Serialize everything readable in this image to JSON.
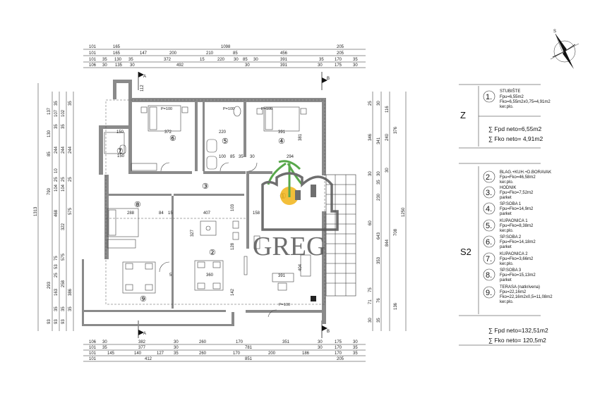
{
  "compass": {
    "label": "S"
  },
  "section_marks": {
    "a": "A",
    "b": "B"
  },
  "top_dims": {
    "row1": [
      "101",
      "165",
      "1098",
      "205"
    ],
    "row2": [
      "101",
      "165",
      "147",
      "200",
      "210",
      "85",
      "456",
      "205"
    ],
    "row3": [
      "101",
      "35",
      "130",
      "35",
      "372",
      "15",
      "220",
      "30",
      "85",
      "30",
      "391",
      "35",
      "170",
      "35"
    ],
    "row4": [
      "106",
      "30",
      "135",
      "30",
      "492",
      "30",
      "391",
      "30",
      "175",
      "30"
    ]
  },
  "bottom_dims": {
    "row1": [
      "106",
      "30",
      "382",
      "30",
      "260",
      "170",
      "351",
      "30",
      "175",
      "30"
    ],
    "row2": [
      "101",
      "35",
      "377",
      "30",
      "781",
      "30",
      "170",
      "35"
    ],
    "row3": [
      "101",
      "145",
      "140",
      "127",
      "35",
      "260",
      "170",
      "200",
      "186",
      "170",
      "35"
    ],
    "row4": [
      "101",
      "412",
      "851",
      "205"
    ]
  },
  "left_dims": {
    "outer": "1313",
    "col_a": [
      "137",
      "130",
      "85",
      "790",
      "293",
      "93"
    ],
    "col_b": [
      "35",
      "107",
      "35",
      "244",
      "10",
      "25",
      "104",
      "468",
      "53",
      "25",
      "75",
      "163",
      "35",
      "93"
    ],
    "col_c": [
      "102",
      "35",
      "244",
      "25",
      "104",
      "322",
      "575",
      "258",
      "35",
      "93"
    ],
    "col_d": [
      "35",
      "244",
      "25",
      "575",
      "386",
      "35"
    ]
  },
  "right_dims": {
    "outer": "1250",
    "col_a": [
      "116",
      "240",
      "376",
      "30",
      "230",
      "708",
      "844",
      "136"
    ],
    "col_b": [
      "30",
      "341",
      "30",
      "35",
      "643",
      "353",
      "76",
      "35"
    ],
    "col_c": [
      "25",
      "346",
      "30",
      "60",
      "75",
      "71",
      "30"
    ]
  },
  "rooms": [
    {
      "label": "①",
      "name": "stubiste"
    },
    {
      "label": "②",
      "name": "blag"
    },
    {
      "label": "③",
      "name": "hodnik"
    },
    {
      "label": "④",
      "name": "sp-soba-1"
    },
    {
      "label": "⑤",
      "name": "kupaonica-1"
    },
    {
      "label": "⑥",
      "name": "sp-soba-2"
    },
    {
      "label": "⑦",
      "name": "kupaonica-2"
    },
    {
      "label": "⑧",
      "name": "sp-soba-3"
    },
    {
      "label": "⑨",
      "name": "terasa"
    }
  ],
  "plan_dims": {
    "p100_a": "P=100",
    "p100_b": "P=100",
    "p100_c": "P=100",
    "p100_d": "P=100",
    "d372": "372",
    "d220": "220",
    "d391": "391",
    "d150": "150",
    "d288": "288",
    "d407": "407",
    "d327": "327",
    "d360": "360",
    "d294": "294",
    "d158": "158",
    "d84": "84",
    "d103": "103",
    "d128": "128",
    "d142": "142",
    "d404": "404",
    "d112": "112",
    "d381": "381",
    "d100": "100",
    "d85": "85",
    "d35": "35",
    "d30": "30",
    "d15": "15",
    "d5": "5"
  },
  "legend": {
    "zone_z": "Z",
    "zone_s2": "S2",
    "items": [
      {
        "num": "1.",
        "title": "STUBIŠTE",
        "lines": [
          "Fpu=6,55m2",
          "Fko=6,55m2x0,75=4,91m2",
          "ker.plo."
        ]
      },
      {
        "num": "2.",
        "title": "BLAG.+KUH.+D.BORAVAK",
        "lines": [
          "Fpu=Fko=46,58m2",
          "ker.plo."
        ]
      },
      {
        "num": "3.",
        "title": "HODNIK",
        "lines": [
          "Fpu=Fko=7,52m2",
          "parket"
        ]
      },
      {
        "num": "4.",
        "title": "SP.SOBA 1",
        "lines": [
          "Fpu=Fko=14,9m2",
          "parket"
        ]
      },
      {
        "num": "5.",
        "title": "KUPAONICA 1",
        "lines": [
          "Fpu=Fko=8,38m2",
          "ker.plo."
        ]
      },
      {
        "num": "6.",
        "title": "SP.SOBA 2",
        "lines": [
          "Fpu=Fko=14,18m2",
          "parket"
        ]
      },
      {
        "num": "7.",
        "title": "KUPAONICA 2",
        "lines": [
          "Fpu=Fko=3,66m2",
          "ker.plo."
        ]
      },
      {
        "num": "8.",
        "title": "SP.SOBA 3",
        "lines": [
          "Fpu=Fko=15,13m2",
          "parket"
        ]
      },
      {
        "num": "9.",
        "title": "TERASA (natkrivena)",
        "lines": [
          "Fpu=22,16m2",
          "Fko=22,16m2x0,5=11,08m2",
          "ker.plo."
        ]
      }
    ],
    "sum_z": {
      "neto_label": "∑ Fpd neto=6,55m2",
      "ko_label": "∑ Fko neto= 4,91m2"
    },
    "sum_s2": {
      "neto_label": "∑ Fpd neto=132,51m2",
      "ko_label": "∑ Fko neto= 120,5m2"
    }
  },
  "watermark": {
    "text": "GREG"
  },
  "colors": {
    "wall": "#8a8a8a",
    "line": "#222222",
    "watermark": "#555555",
    "sun": "#f2b418",
    "palm": "#3c9a2c"
  }
}
